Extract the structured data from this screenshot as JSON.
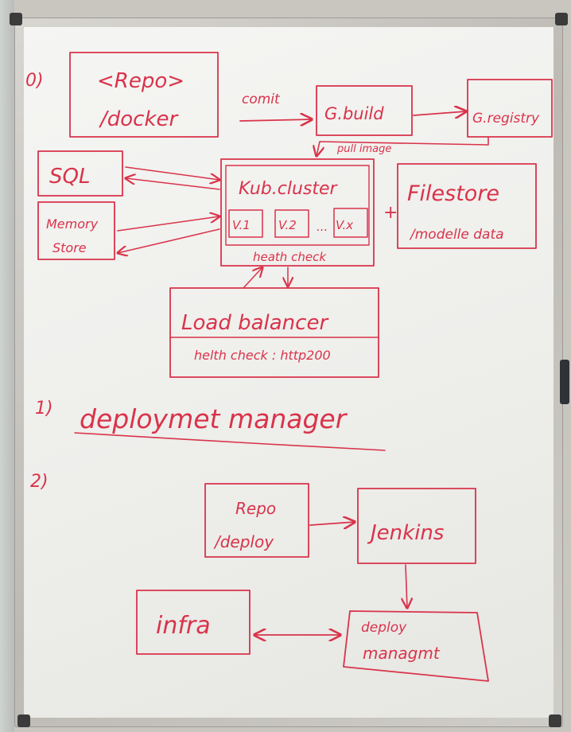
{
  "whiteboard": {
    "markers": [
      "0)",
      "1)",
      "2)"
    ],
    "section0": {
      "repo_line1": "<Repo>",
      "repo_line2": "/docker",
      "commit_label": "comit",
      "gbuild": "G.build",
      "gregistry": "G.registry",
      "pull_image": "pull image",
      "sql": "SQL",
      "memory_line1": "Memory",
      "memory_line2": "Store",
      "kub_cluster": "Kub.cluster",
      "versions": [
        "V.1",
        "V.2",
        "...",
        "V.x"
      ],
      "health_check": "heath check",
      "plus": "+",
      "filestore_line1": "Filestore",
      "filestore_line2": "/modelle data",
      "load_balancer": "Load balancer",
      "lb_health": "helth check : http200"
    },
    "section1": {
      "title": "deploymet manager"
    },
    "section2": {
      "repo_line1": "Repo",
      "repo_line2": "/deploy",
      "jenkins": "Jenkins",
      "deploy_line1": "deploy",
      "deploy_line2": "managmt",
      "infra": "infra"
    }
  },
  "colors": {
    "marker_red": "#d9334a",
    "board": "#f2f2ef",
    "frame": "#c9c6c0"
  }
}
